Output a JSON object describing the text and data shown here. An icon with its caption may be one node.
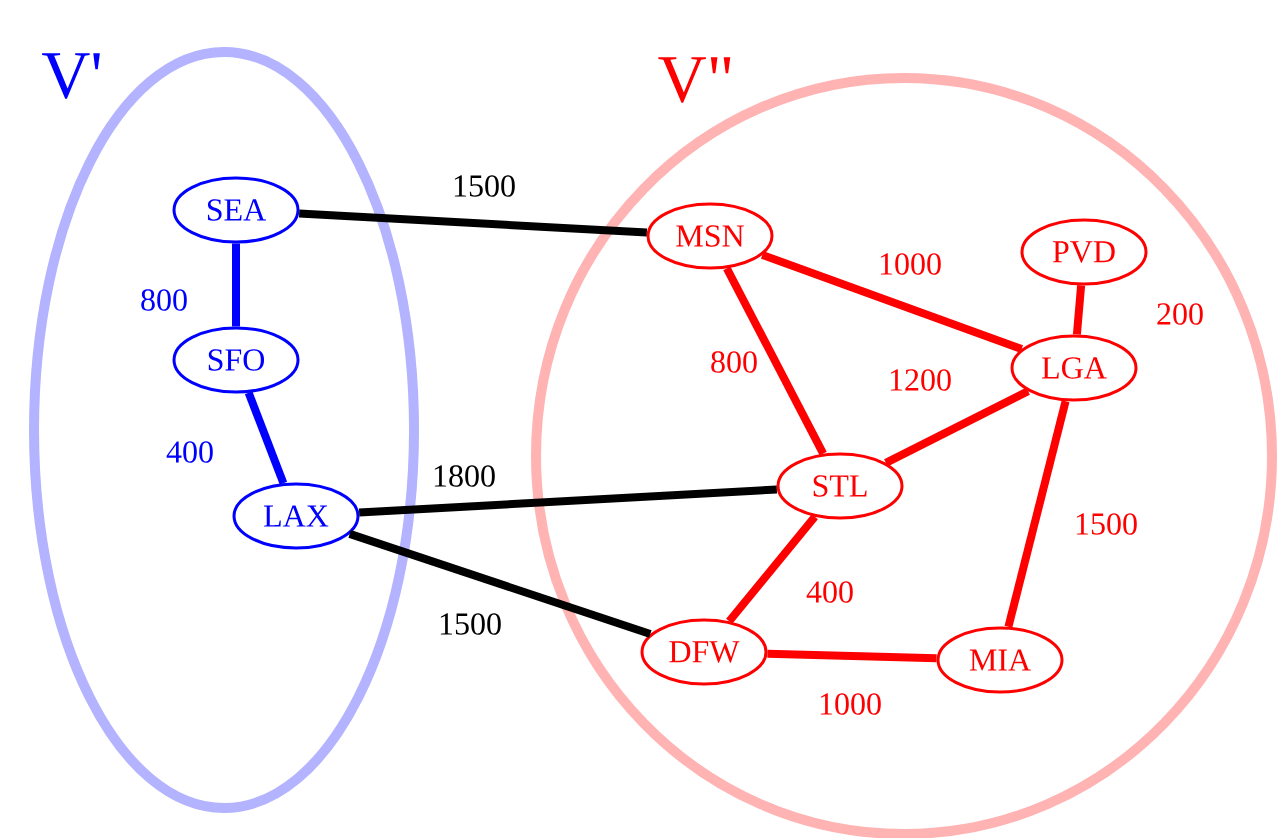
{
  "diagram": {
    "nodes": [
      {
        "text": [
          "V'"
        ]
      },
      {
        "text": [
          "V\""
        ]
      },
      {
        "text": [
          "SEA"
        ],
        "in": 0
      },
      {
        "text": [
          "SFO"
        ],
        "in": 0
      },
      {
        "text": [
          "LAX"
        ],
        "in": 0
      },
      {
        "text": [
          "MSN"
        ],
        "in": 1
      },
      {
        "text": [
          "PVD"
        ],
        "in": 1
      },
      {
        "text": [
          "LGA"
        ],
        "in": 1
      },
      {
        "text": [
          "STL"
        ],
        "in": 1
      },
      {
        "text": [
          "DFW"
        ],
        "in": 1
      },
      {
        "text": [
          "MIA"
        ],
        "in": 1
      }
    ],
    "edges": [
      {
        "from": 2,
        "to": 3,
        "arrow": "none",
        "label": "800",
        "color": "#0000ff"
      },
      {
        "from": 3,
        "to": 4,
        "arrow": "none",
        "label": "400",
        "color": "#0000ff"
      },
      {
        "from": 2,
        "to": 5,
        "arrow": "none",
        "label": "1500",
        "color": "#000000"
      },
      {
        "from": 4,
        "to": 8,
        "arrow": "none",
        "label": "1800",
        "color": "#000000"
      },
      {
        "from": 4,
        "to": 9,
        "arrow": "none",
        "label": "1500",
        "color": "#000000"
      },
      {
        "from": 5,
        "to": 7,
        "arrow": "none",
        "label": "1000"
      },
      {
        "from": 5,
        "to": 8,
        "arrow": "none",
        "label": "800"
      },
      {
        "from": 6,
        "to": 7,
        "arrow": "none",
        "label": "200"
      },
      {
        "from": 7,
        "to": 8,
        "arrow": "none",
        "label": "1200"
      },
      {
        "from": 7,
        "to": 10,
        "arrow": "none",
        "label": "1500"
      },
      {
        "from": 8,
        "to": 9,
        "arrow": "none",
        "label": "400"
      },
      {
        "from": 9,
        "to": 10,
        "arrow": "none",
        "label": "1000"
      }
    ]
  }
}
